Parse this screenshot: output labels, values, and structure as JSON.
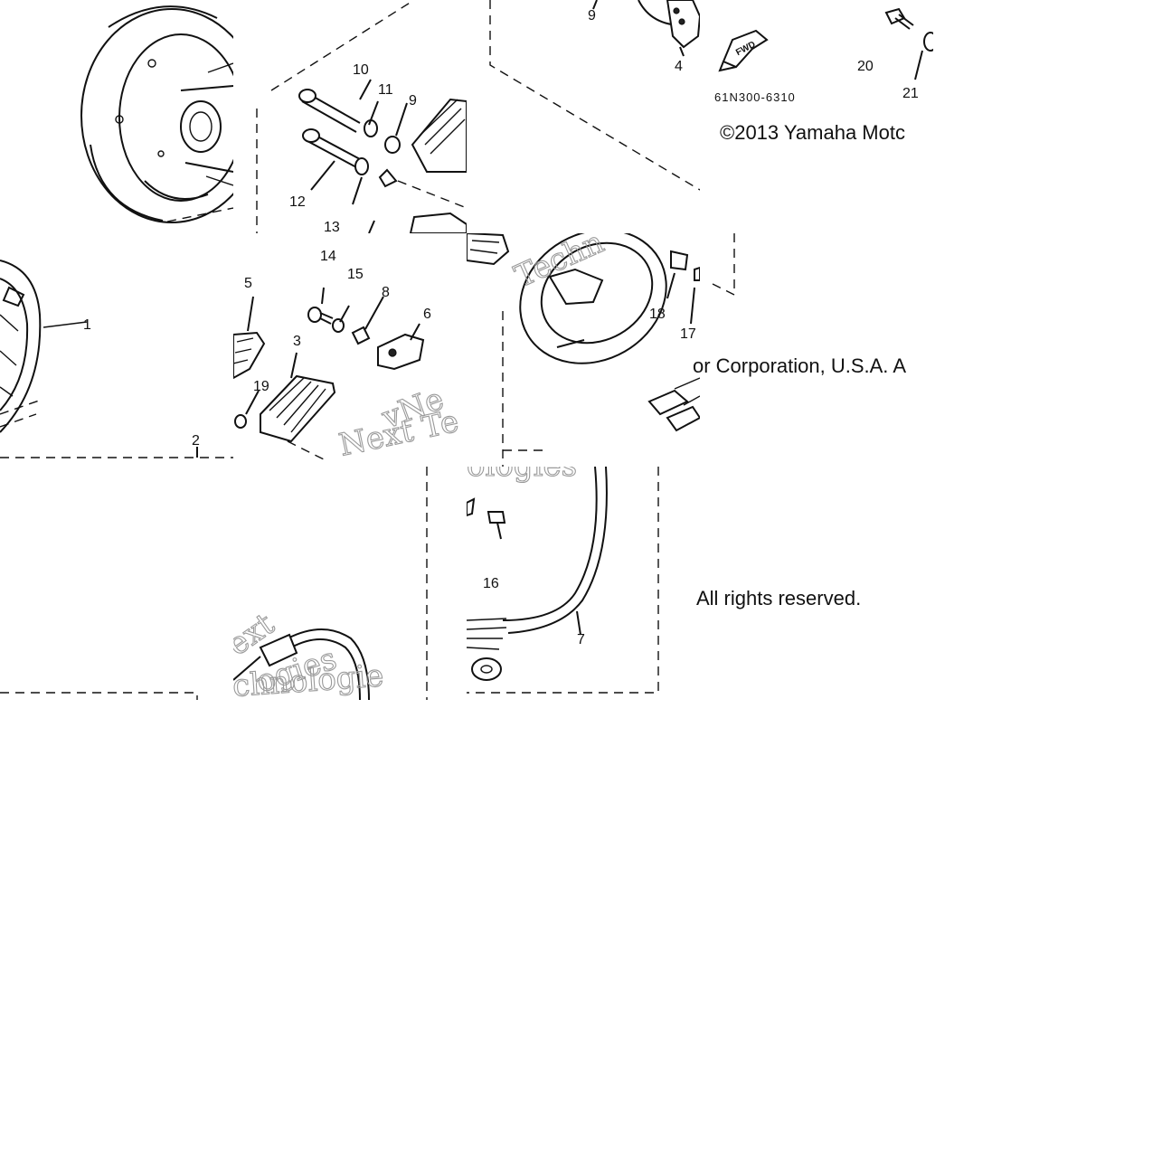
{
  "diagram": {
    "part_labels": {
      "l1": "1",
      "l2": "2",
      "l3": "3",
      "l4": "4",
      "l5": "5",
      "l6": "6",
      "l7": "7",
      "l8": "8",
      "l9a": "9",
      "l9b": "9",
      "l10": "10",
      "l11": "11",
      "l12": "12",
      "l13": "13",
      "l14": "14",
      "l15": "15",
      "l16": "16",
      "l17": "17",
      "l18": "18",
      "l19": "19",
      "l20": "20",
      "l21": "21"
    },
    "drawing_code": "61N300-6310",
    "fwd_label": "FWD",
    "watermarks": {
      "w1": "Next Te",
      "w2": "ologies",
      "w3": "ext",
      "w4": "ogies",
      "w5": "chnologie",
      "w6": "Techn",
      "w7": "vNe"
    },
    "copyright": {
      "part1": "©2013 Yamaha Motc",
      "part2": "or Corporation, U.S.A. A",
      "part3": "All rights reserved."
    }
  }
}
